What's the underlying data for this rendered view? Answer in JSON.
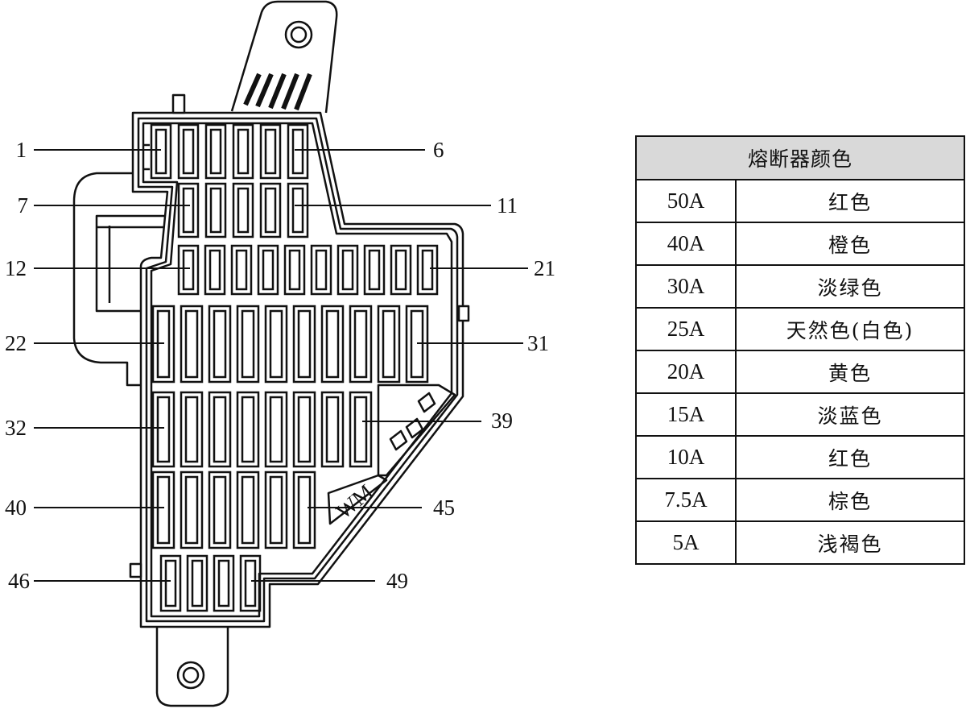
{
  "callouts": [
    {
      "label": "1"
    },
    {
      "label": "6"
    },
    {
      "label": "7"
    },
    {
      "label": "11"
    },
    {
      "label": "12"
    },
    {
      "label": "21"
    },
    {
      "label": "22"
    },
    {
      "label": "31"
    },
    {
      "label": "32"
    },
    {
      "label": "39"
    },
    {
      "label": "40"
    },
    {
      "label": "45"
    },
    {
      "label": "46"
    },
    {
      "label": "49"
    }
  ],
  "fuse_color_table": {
    "header": "熔断器颜色",
    "rows": [
      {
        "amperage": "50A",
        "color": "红色"
      },
      {
        "amperage": "40A",
        "color": "橙色"
      },
      {
        "amperage": "30A",
        "color": "淡绿色"
      },
      {
        "amperage": "25A",
        "color": "天然色(白色)"
      },
      {
        "amperage": "20A",
        "color": "黄色"
      },
      {
        "amperage": "15A",
        "color": "淡蓝色"
      },
      {
        "amperage": "10A",
        "color": "红色"
      },
      {
        "amperage": "7.5A",
        "color": "棕色"
      },
      {
        "amperage": "5A",
        "color": "浅褐色"
      }
    ]
  }
}
